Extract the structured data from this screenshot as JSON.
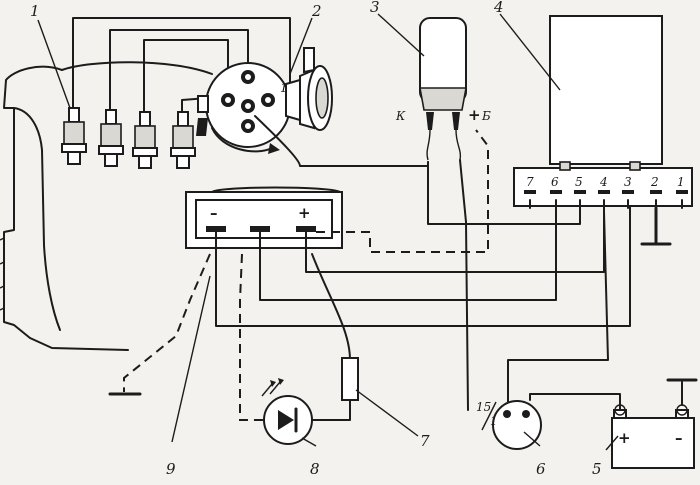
{
  "callouts": [
    "1",
    "2",
    "3",
    "4",
    "5",
    "6",
    "7",
    "8",
    "9"
  ],
  "coil_terminals": {
    "k": "К",
    "plus": "+",
    "b": "Б"
  },
  "switch_terminals": [
    "7",
    "6",
    "5",
    "4",
    "3",
    "2",
    "1"
  ],
  "commutator_terminals": {
    "minus": "–",
    "plus": "+"
  },
  "ignition_lock_terminals": {
    "t15": "15",
    "t1": "1"
  },
  "battery_terminals": {
    "plus": "+",
    "minus": "–"
  },
  "distributor_mark": "1"
}
